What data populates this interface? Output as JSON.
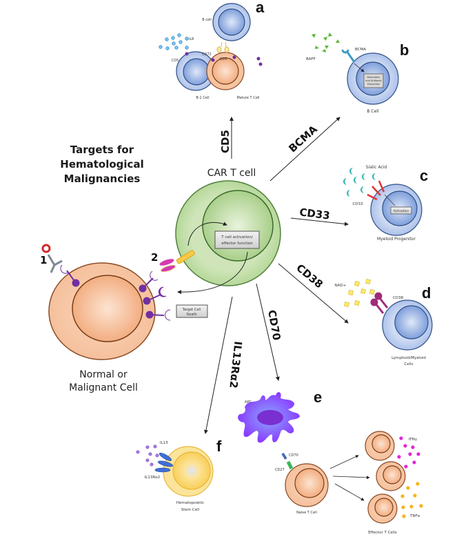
{
  "title": {
    "lines": [
      "Targets for",
      "Hematological",
      "Malignancies"
    ]
  },
  "center": {
    "car_t_label": "CAR T cell",
    "activation_box": [
      "T cell activation/",
      "effector function"
    ],
    "death_box": [
      "Target Cell",
      "Death"
    ],
    "target_cell_label": [
      "Normal or",
      "Malignant Cell"
    ],
    "markers": [
      "1",
      "2"
    ]
  },
  "targets": {
    "cd5": "CD5",
    "bcma": "BCMA",
    "cd33": "CD33",
    "cd38": "CD38",
    "cd70": "CD70",
    "il13ra2": "IL13Rα2"
  },
  "panels": {
    "a": {
      "letter": "a",
      "b_cell": "B cell",
      "il6": "IL6",
      "cd72": "CD72",
      "cd5_left": "CD5",
      "cd5_right": "CD5",
      "b1_cell": "B-1 Cell",
      "mature_t": "Mature T Cell"
    },
    "b": {
      "letter": "b",
      "baff": "BAFF",
      "bcma": "BCMA",
      "box": [
        "Maturation",
        "and Antibody",
        "Production"
      ],
      "cell": "B Cell"
    },
    "c": {
      "letter": "c",
      "sialic": "Sialic Acid",
      "cd33": "CD33",
      "box": "Activation",
      "cell": "Myeloid Progenitor"
    },
    "d": {
      "letter": "d",
      "nad": "NAD+",
      "cd38": "CD38",
      "cell": [
        "Lymphoid/Myeloid",
        "Cells"
      ]
    },
    "e": {
      "letter": "e",
      "apc": "APC",
      "cd70": "CD70",
      "cd27": "CD27",
      "naive": "Naive T Cell",
      "ifng": "IFNγ",
      "tnfa": "TNFα",
      "effector": "Effector T Cells"
    },
    "f": {
      "letter": "f",
      "il13": "IL13",
      "il13ra2": "IL13Rα2",
      "cell": [
        "Hematopoietic",
        "Stem Cell"
      ]
    }
  },
  "colors": {
    "car_t_fill": "#c6dfae",
    "car_t_stroke": "#4f7f3a",
    "target_fill": "#f7c7a5",
    "target_stroke": "#8a4a23",
    "blue_fill": "#c3d3ee",
    "blue_stroke": "#2f4f86",
    "purple": "#7030a0",
    "stem_fill": "#fbe49a",
    "stem_stroke": "#e7b73a",
    "apc": "#8b4bff"
  }
}
